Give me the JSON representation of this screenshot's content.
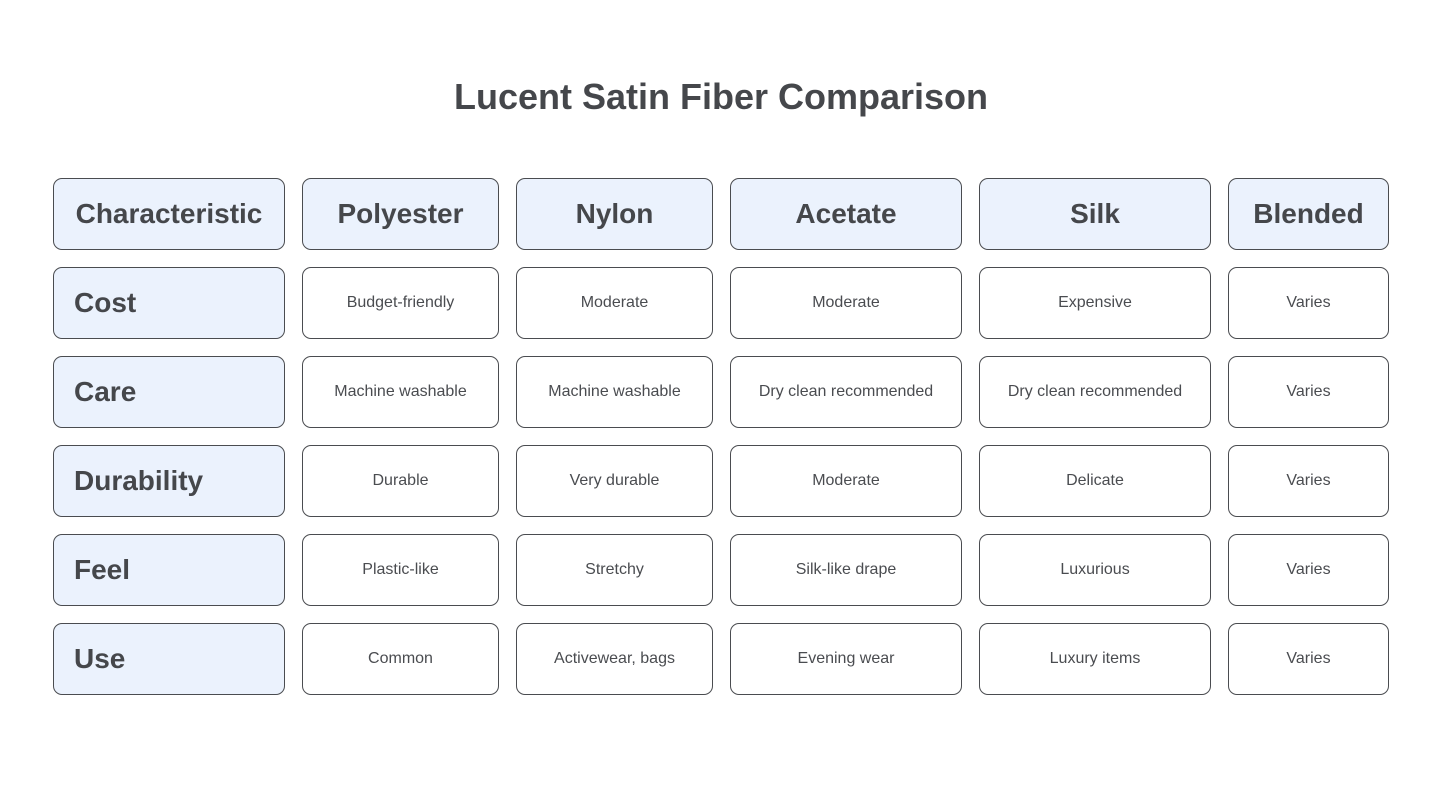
{
  "title": "Lucent Satin Fiber Comparison",
  "headers": [
    "Characteristic",
    "Polyester",
    "Nylon",
    "Acetate",
    "Silk",
    "Blended"
  ],
  "rows": [
    {
      "label": "Cost",
      "values": [
        "Budget-friendly",
        "Moderate",
        "Moderate",
        "Expensive",
        "Varies"
      ]
    },
    {
      "label": "Care",
      "values": [
        "Machine washable",
        "Machine washable",
        "Dry clean recommended",
        "Dry clean recommended",
        "Varies"
      ]
    },
    {
      "label": "Durability",
      "values": [
        "Durable",
        "Very durable",
        "Moderate",
        "Delicate",
        "Varies"
      ]
    },
    {
      "label": "Feel",
      "values": [
        "Plastic-like",
        "Stretchy",
        "Silk-like drape",
        "Luxurious",
        "Varies"
      ]
    },
    {
      "label": "Use",
      "values": [
        "Common",
        "Activewear, bags",
        "Evening wear",
        "Luxury items",
        "Varies"
      ]
    }
  ],
  "colors": {
    "header_fill": "#ebf2fd",
    "border": "#4a4c50",
    "text": "#45474b"
  }
}
